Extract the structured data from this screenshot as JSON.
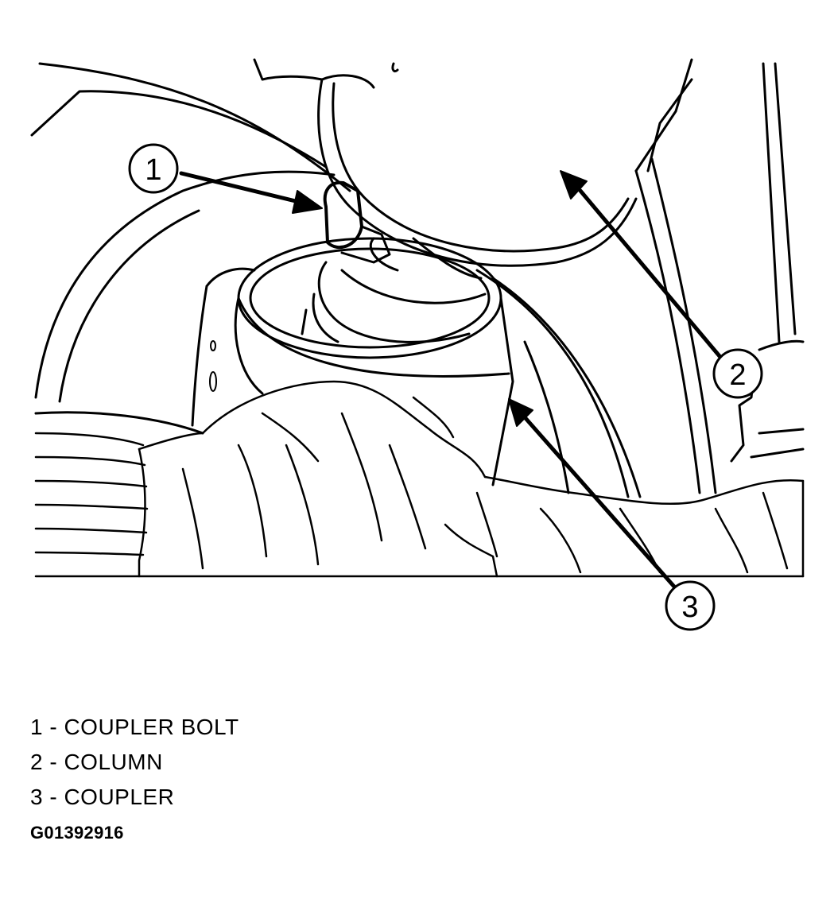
{
  "callouts": [
    {
      "number": "1"
    },
    {
      "number": "2"
    },
    {
      "number": "3"
    }
  ],
  "legend": [
    {
      "number": "1",
      "label": "1 - COUPLER BOLT"
    },
    {
      "number": "2",
      "label": "2 - COLUMN"
    },
    {
      "number": "3",
      "label": "3 - COUPLER"
    }
  ],
  "figure_id": "G01392916"
}
